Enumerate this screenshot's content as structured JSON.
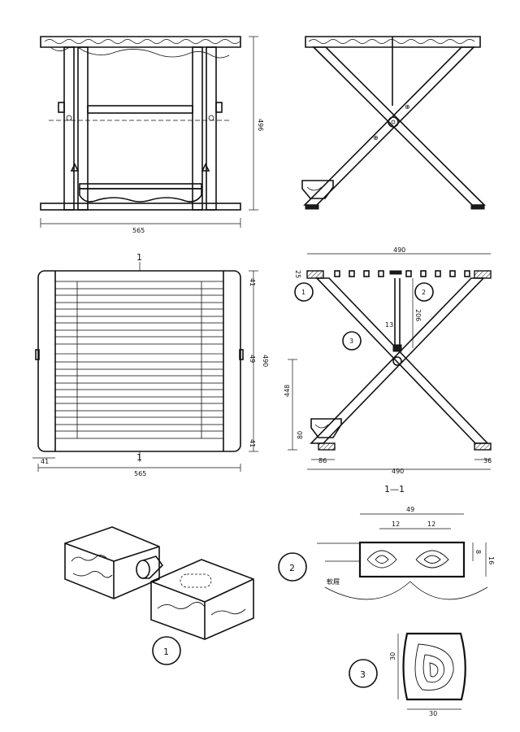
{
  "front_view": {
    "width_dim": "565",
    "height_dim": "496"
  },
  "side_view": {},
  "plan_view": {
    "section_mark_top": "1",
    "section_mark_bottom": "1",
    "width_dim": "565",
    "depth_dim": "490",
    "left_offset_dim": "41",
    "right_top_dim": "41",
    "right_mid_dim": "49",
    "right_bottom_dim": "41"
  },
  "section_view": {
    "title": "1—1",
    "top_width_dim": "490",
    "bottom_width_dim": "490",
    "left_foot_dim": "86",
    "right_foot_dim": "36",
    "seat_thickness_dim": "25",
    "upper_leg_dim": "206",
    "pivot_gap_dim": "13",
    "lower_height_dim": "448",
    "foot_height_dim": "80",
    "callout_1": "1",
    "callout_2": "2",
    "callout_3": "3"
  },
  "detail_1": {
    "number": "1"
  },
  "detail_2": {
    "number": "2",
    "width_dim": "49",
    "half_dim_left": "12",
    "half_dim_right": "12",
    "height_dim": "16",
    "inner_dim": "8",
    "label": "軟屜"
  },
  "detail_3": {
    "number": "3",
    "height_dim": "30",
    "width_dim": "30"
  }
}
